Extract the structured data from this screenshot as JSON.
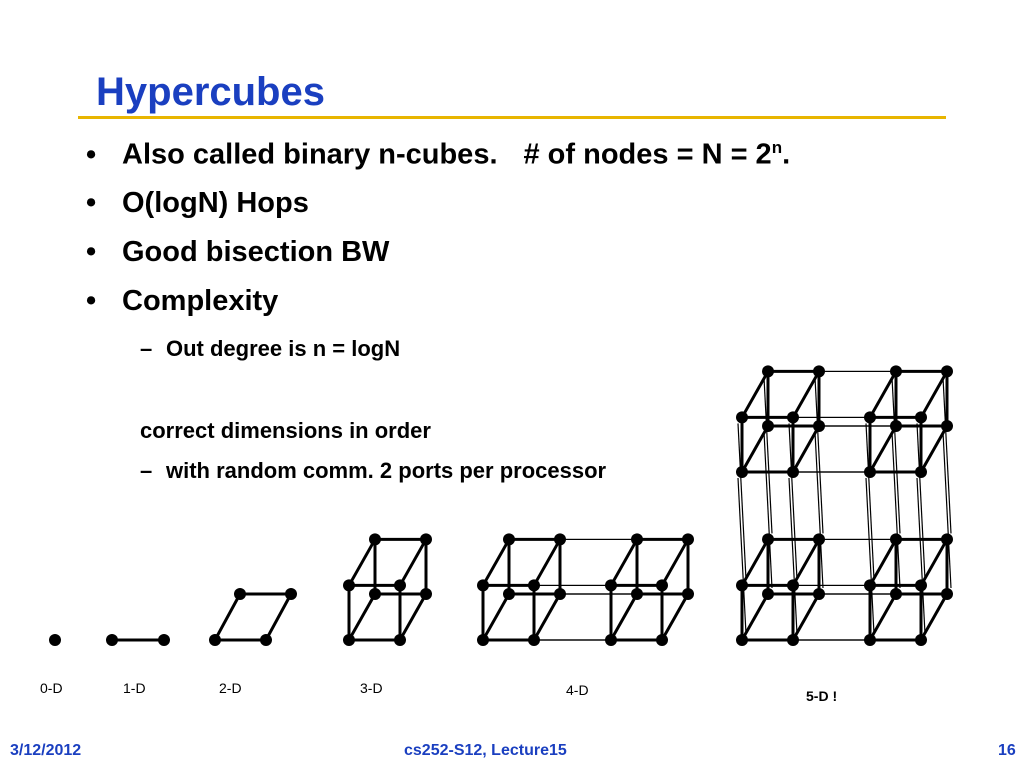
{
  "slide": {
    "title": "Hypercubes",
    "bullets": [
      {
        "text": "Also called binary n-cubes.",
        "extra_prefix": "# of nodes = N = 2",
        "extra_sup": "n",
        "extra_suffix": "."
      },
      {
        "text": "O(logN) Hops"
      },
      {
        "text": "Good bisection BW"
      },
      {
        "text": "Complexity"
      }
    ],
    "sub1": "Out degree is n = logN",
    "note": "correct dimensions in order",
    "sub2": "with random comm. 2 ports per processor",
    "bullet_symbol": "•",
    "dash_symbol": "–"
  },
  "figure": {
    "captions": [
      "0-D",
      "1-D",
      "2-D",
      "3-D",
      "4-D",
      "5-D !"
    ],
    "colors": {
      "edges": "#000000",
      "nodes": "#000000",
      "dimension5_links": "#d0143c"
    }
  },
  "footer": {
    "date": "3/12/2012",
    "course": "cs252-S12, Lecture15",
    "page": "16"
  },
  "colors": {
    "title": "#1a3fc0",
    "rule": "#e8b500",
    "footer": "#1a3fc0"
  }
}
